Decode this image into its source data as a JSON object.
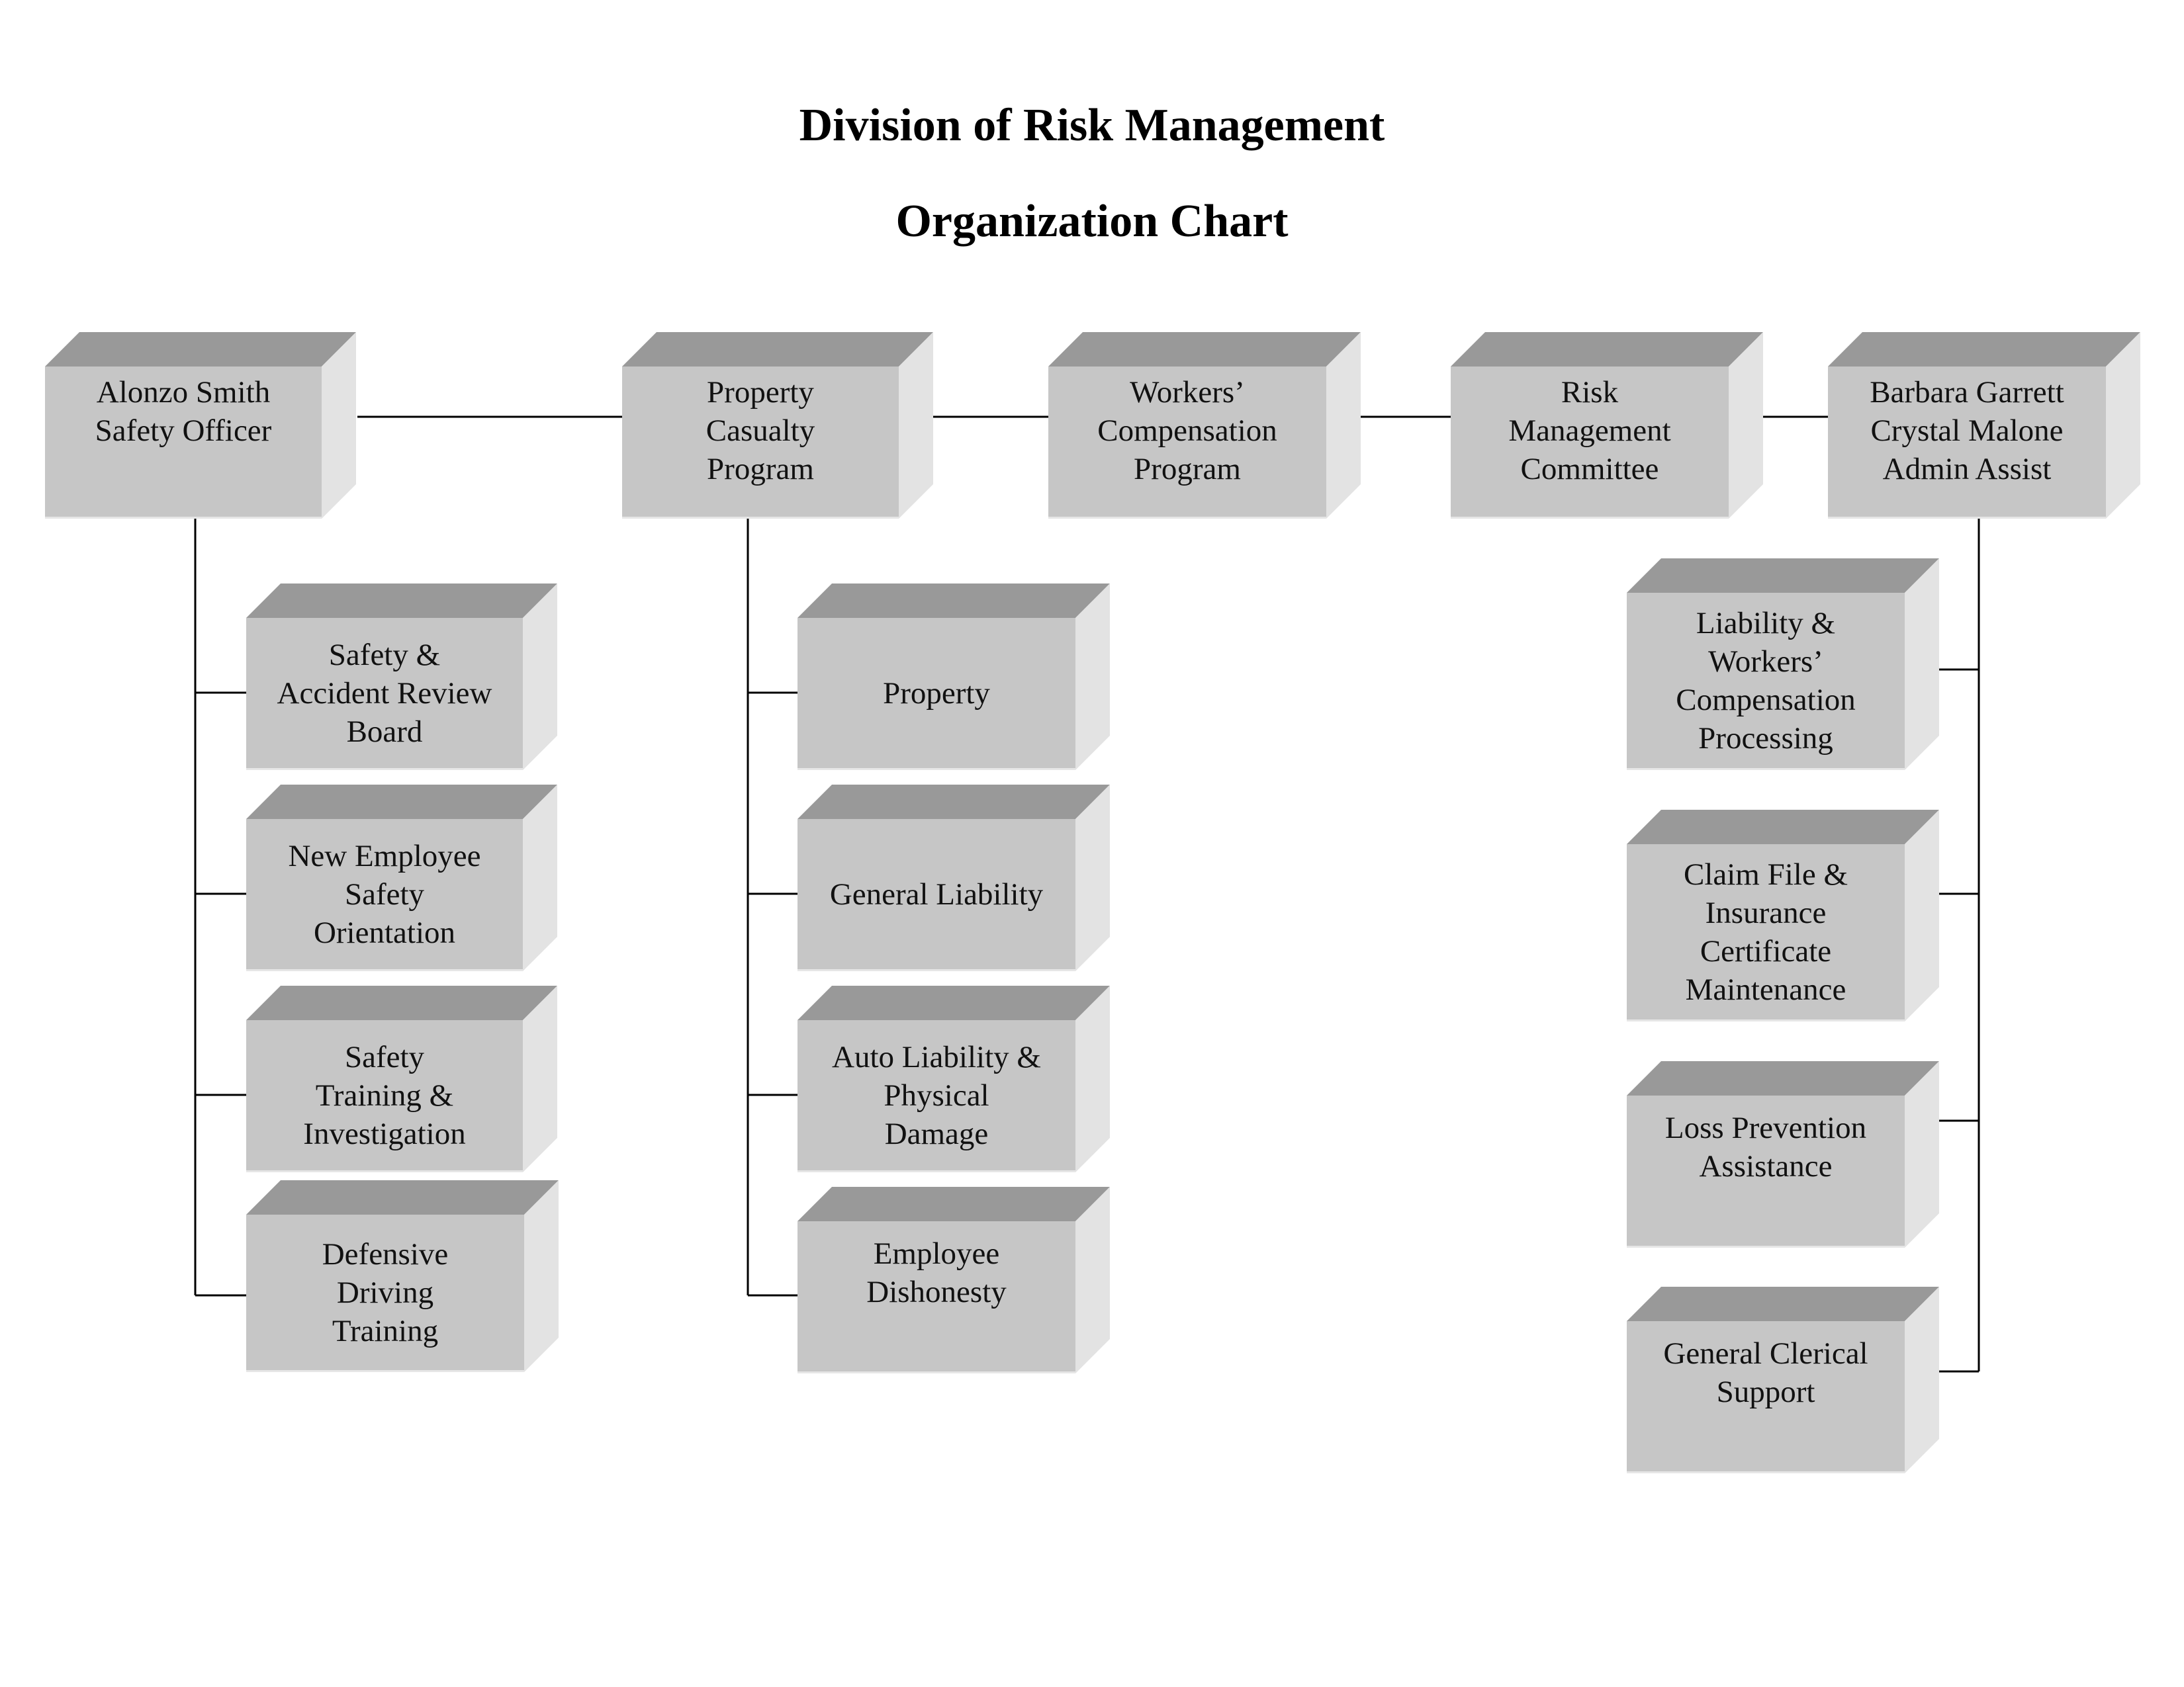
{
  "title": "Division of Risk Management",
  "subtitle": "Organization Chart",
  "colors": {
    "box_face": "#c6c6c6",
    "box_top": "#999999",
    "box_side": "#e3e3e3",
    "line": "#000000"
  },
  "top_row": [
    {
      "label": "Alonzo Smith\nSafety Officer"
    },
    {
      "label": "Property\nCasualty\nProgram"
    },
    {
      "label": "Workers’\nCompensation\nProgram"
    },
    {
      "label": "Risk\nManagement\nCommittee"
    },
    {
      "label": "Barbara Garrett\nCrystal Malone\nAdmin Assist"
    }
  ],
  "safety_units": [
    {
      "label": "Safety &\nAccident Review\nBoard"
    },
    {
      "label": "New Employee\nSafety\nOrientation"
    },
    {
      "label": "Safety\nTraining &\nInvestigation"
    },
    {
      "label": "Defensive\nDriving\nTraining"
    }
  ],
  "property_units": [
    {
      "label": "Property"
    },
    {
      "label": "General Liability"
    },
    {
      "label": "Auto Liability &\nPhysical\nDamage"
    },
    {
      "label": "Employee\nDishonesty"
    }
  ],
  "admin_units": [
    {
      "label": "Liability &\nWorkers’\nCompensation\nProcessing"
    },
    {
      "label": "Claim File &\nInsurance\nCertificate\nMaintenance"
    },
    {
      "label": "Loss Prevention\nAssistance"
    },
    {
      "label": "General Clerical\nSupport"
    }
  ]
}
